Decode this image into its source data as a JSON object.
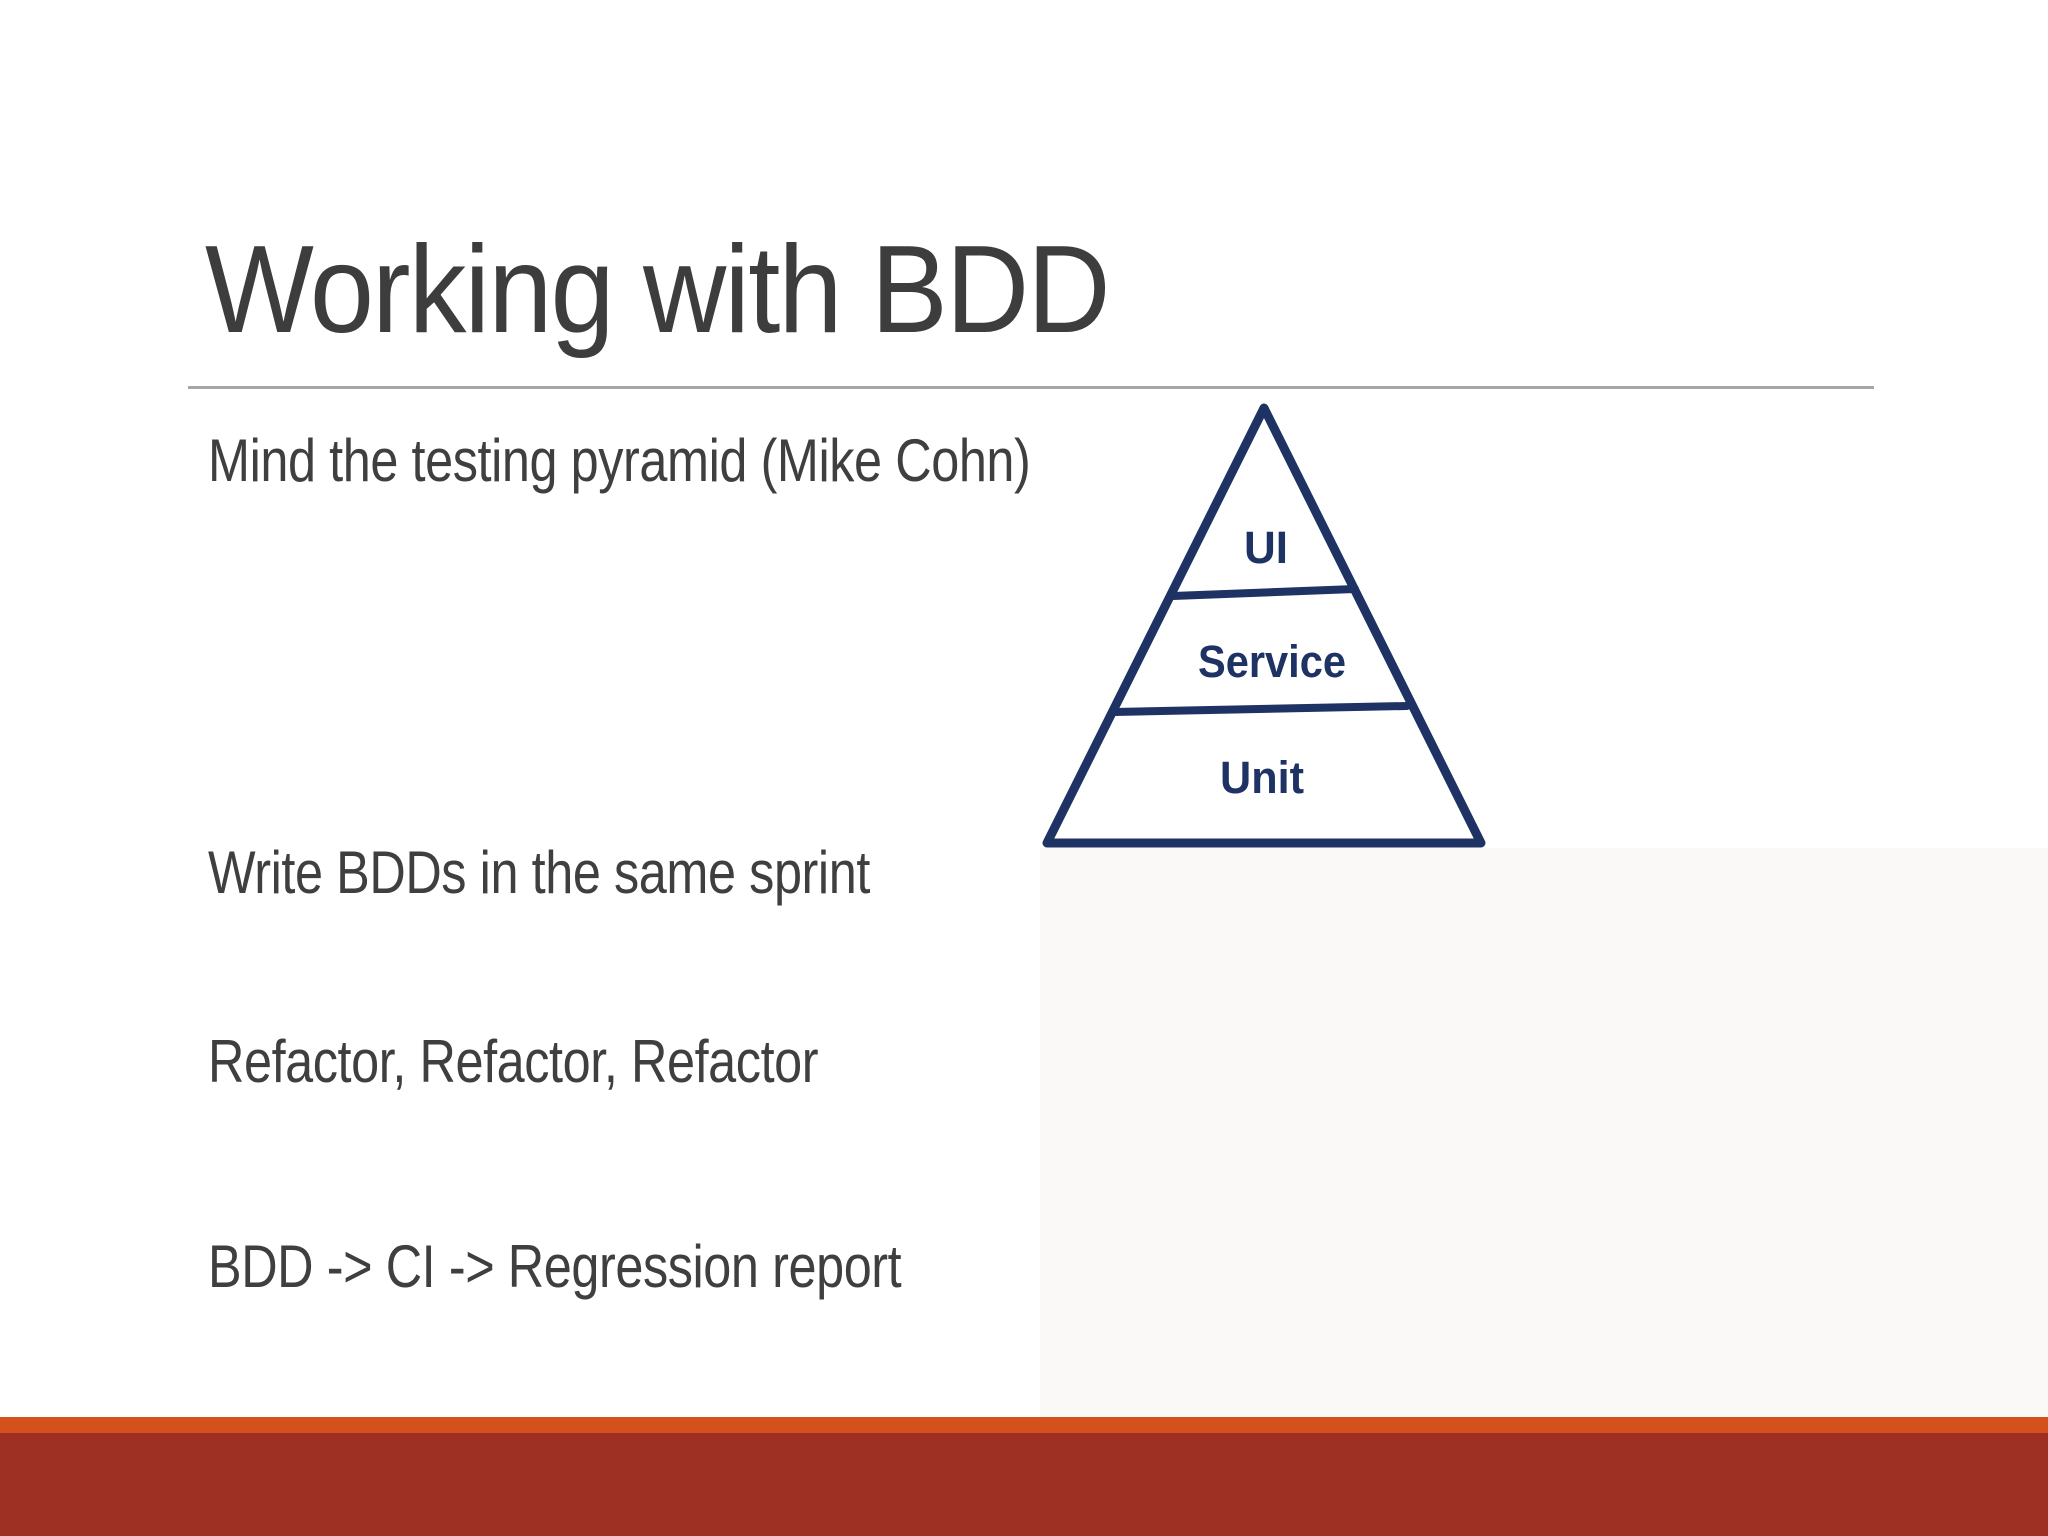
{
  "slide": {
    "title": "Working with BDD",
    "bullets": [
      {
        "text": "Mind the testing pyramid (Mike Cohn)"
      },
      {
        "text": "Write BDDs in the same sprint"
      },
      {
        "text": "Refactor, Refactor, Refactor"
      },
      {
        "text": "BDD -> CI -> Regression report"
      }
    ],
    "pyramid": {
      "levels": [
        {
          "label": "UI"
        },
        {
          "label": "Service"
        },
        {
          "label": "Unit"
        }
      ],
      "outline_color": "#1e3264",
      "label_color": "#1e3264"
    },
    "colors": {
      "background": "#ffffff",
      "title_text": "#3d3d3d",
      "body_text": "#3f3f3f",
      "title_rule": "#a6a6a6",
      "content_tint": "#faf9f8",
      "footer_orange": "#d4511e",
      "footer_dark_red": "#9d2f23"
    }
  }
}
